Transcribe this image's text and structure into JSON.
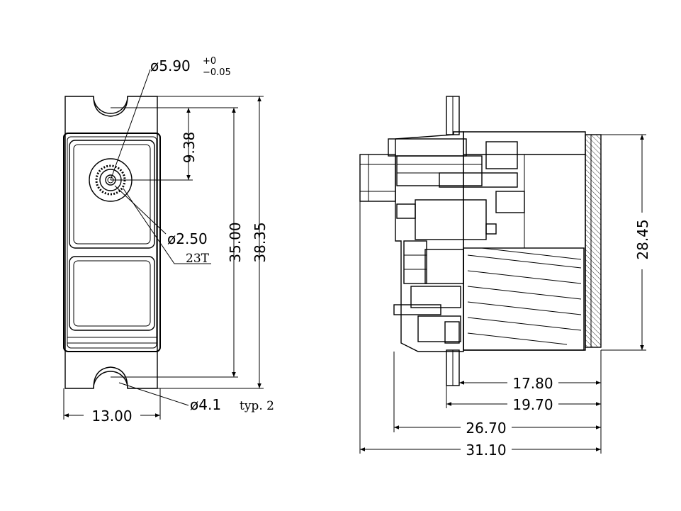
{
  "front_view": {
    "output_diameter": {
      "prefix": "ø5.90",
      "tol_upper": "+0",
      "tol_lower": "−0.05"
    },
    "dim_spline_offset": "9.38",
    "dim_hole_pitch": "35.00",
    "dim_total_height": "38.35",
    "hole_diameter": "ø2.50",
    "spline_teeth": "23T",
    "mount_hole": "ø4.1",
    "mount_hole_note": "typ. 2",
    "dim_width": "13.00"
  },
  "side_view": {
    "dim_height": "28.45",
    "dim_17": "17.80",
    "dim_19": "19.70",
    "dim_26": "26.70",
    "dim_31": "31.10"
  }
}
